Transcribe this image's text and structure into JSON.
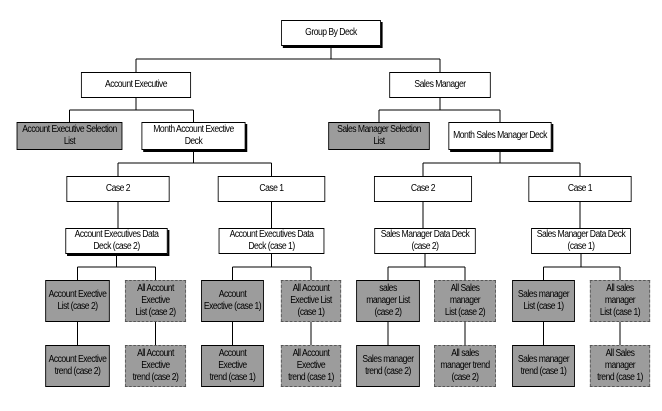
{
  "nodes": [
    {
      "id": "root",
      "text": "Group By Deck",
      "style": "double"
    },
    {
      "id": "ae",
      "text": "Account Executive",
      "style": "plain"
    },
    {
      "id": "sm",
      "text": "Sales Manager",
      "style": "plain"
    },
    {
      "id": "ae_sel",
      "text": "Account Executive Selection List",
      "style": "gray"
    },
    {
      "id": "ae_month",
      "text": "Month Account Exective Deck",
      "style": "double"
    },
    {
      "id": "sm_sel",
      "text": "Sales Manager Selection List",
      "style": "gray"
    },
    {
      "id": "sm_month",
      "text": "Month Sales Manager Deck",
      "style": "double"
    },
    {
      "id": "c1_case",
      "text": "Case 2",
      "style": "plain"
    },
    {
      "id": "c2_case",
      "text": "Case 1",
      "style": "plain"
    },
    {
      "id": "c3_case",
      "text": "Case 2",
      "style": "plain"
    },
    {
      "id": "c4_case",
      "text": "Case 1",
      "style": "plain"
    },
    {
      "id": "c1_deck",
      "text": "Account Executives Data Deck (case 2)",
      "style": "double"
    },
    {
      "id": "c2_deck",
      "text": "Account Executives Data Deck (case 1)",
      "style": "plain"
    },
    {
      "id": "c3_deck",
      "text": "Sales Manager Data Deck (case 2)",
      "style": "plain"
    },
    {
      "id": "c4_deck",
      "text": "Sales Manager Data Deck (case 1)",
      "style": "plain"
    },
    {
      "id": "c1_l",
      "text": "Account Exective\nList (case 2)",
      "style": "gray"
    },
    {
      "id": "c1_r",
      "text": "All Account Exective\nList (case 2)",
      "style": "dashed"
    },
    {
      "id": "c2_l",
      "text": "Account\nExective (case 1)",
      "style": "gray"
    },
    {
      "id": "c2_r",
      "text": "All Account\nExective List (case 1)",
      "style": "dashed"
    },
    {
      "id": "c3_l",
      "text": "sales\nmanager List (case 2)",
      "style": "gray"
    },
    {
      "id": "c3_r",
      "text": "All Sales manager\nList (case 2)",
      "style": "dashed"
    },
    {
      "id": "c4_l",
      "text": "Sales manager\nList (case 1)",
      "style": "gray"
    },
    {
      "id": "c4_r",
      "text": "All sales manager\nList (case 1)",
      "style": "dashed"
    },
    {
      "id": "c1_lt",
      "text": "Account Exective\ntrend (case 2)",
      "style": "gray"
    },
    {
      "id": "c1_rt",
      "text": "All Account Exective\ntrend (case 2)",
      "style": "dashed"
    },
    {
      "id": "c2_lt",
      "text": "Account Exective\ntrend (case 1)",
      "style": "gray"
    },
    {
      "id": "c2_rt",
      "text": "All Account Exective\ntrend (case 1)",
      "style": "dashed"
    },
    {
      "id": "c3_lt",
      "text": "Sales manager\ntrend (case 2)",
      "style": "gray"
    },
    {
      "id": "c3_rt",
      "text": "All sales\nmanager trend (case 2)",
      "style": "dashed"
    },
    {
      "id": "c4_lt",
      "text": "Sales manager\ntrend (case 1)",
      "style": "gray"
    },
    {
      "id": "c4_rt",
      "text": "All Sales manager\ntrend (case 1)",
      "style": "dashed"
    }
  ],
  "edges": [
    [
      "root",
      "ae"
    ],
    [
      "root",
      "sm"
    ],
    [
      "ae",
      "ae_sel"
    ],
    [
      "ae",
      "ae_month"
    ],
    [
      "sm",
      "sm_sel"
    ],
    [
      "sm",
      "sm_month"
    ],
    [
      "ae_month",
      "c1_case"
    ],
    [
      "ae_month",
      "c2_case"
    ],
    [
      "sm_month",
      "c3_case"
    ],
    [
      "sm_month",
      "c4_case"
    ],
    [
      "c1_case",
      "c1_deck"
    ],
    [
      "c2_case",
      "c2_deck"
    ],
    [
      "c3_case",
      "c3_deck"
    ],
    [
      "c4_case",
      "c4_deck"
    ],
    [
      "c1_deck",
      "c1_l"
    ],
    [
      "c1_deck",
      "c1_r"
    ],
    [
      "c2_deck",
      "c2_l"
    ],
    [
      "c2_deck",
      "c2_r"
    ],
    [
      "c3_deck",
      "c3_l"
    ],
    [
      "c3_deck",
      "c3_r"
    ],
    [
      "c4_deck",
      "c4_l"
    ],
    [
      "c4_deck",
      "c4_r"
    ],
    [
      "c1_l",
      "c1_lt"
    ],
    [
      "c1_r",
      "c1_rt"
    ],
    [
      "c2_l",
      "c2_lt"
    ],
    [
      "c2_r",
      "c2_rt"
    ],
    [
      "c3_l",
      "c3_lt"
    ],
    [
      "c3_r",
      "c3_rt"
    ],
    [
      "c4_l",
      "c4_lt"
    ],
    [
      "c4_r",
      "c4_rt"
    ]
  ],
  "colors": {
    "gray_fill": "#9c9c9c",
    "line": "#000000"
  }
}
